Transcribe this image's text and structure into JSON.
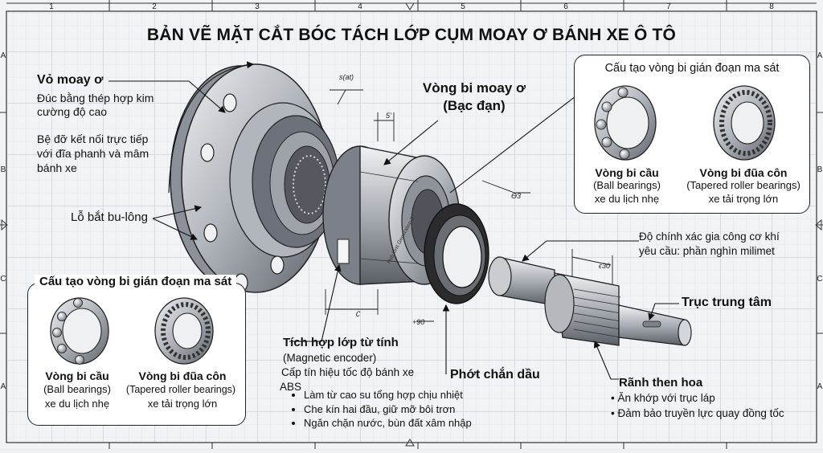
{
  "grid": {
    "columns": [
      "1",
      "2",
      "3",
      "4",
      "5",
      "6",
      "7",
      "8"
    ],
    "rows": [
      "A",
      "B",
      "C",
      "A"
    ]
  },
  "title": "BẢN VẼ MẶT CẮT BÓC TÁCH LỚP CỤM MOAY Ơ BÁNH XE Ô TÔ",
  "hub_housing": {
    "name": "Vỏ moay ơ",
    "desc_1": "Đúc bằng thép hợp kim",
    "desc_2": "cường độ cao",
    "desc_3": "Bệ đỡ kết nối trực tiếp",
    "desc_4": "với đĩa phanh và mâm",
    "desc_5": "bánh xe"
  },
  "bolt_holes": {
    "label": "Lỗ bắt bu-lông"
  },
  "hub_bearing": {
    "name_1": "Vòng bi moay ơ",
    "name_2": "(Bạc đạn)",
    "engraving": "Hub Unit Generation 3"
  },
  "inset_right": {
    "title": "Cấu tạo vòng bi gián đoạn ma sát",
    "ball": {
      "name": "Vòng bi cầu",
      "en": "(Ball bearings)",
      "use": "xe du lịch nhẹ"
    },
    "roller": {
      "name": "Vòng bi đũa côn",
      "en": "(Tapered roller bearings)",
      "use": "xe tải trọng lớn"
    }
  },
  "inset_left": {
    "title": "Cấu tạo vòng bi gián đoạn ma sát",
    "ball": {
      "name": "Vòng bi cầu",
      "en": "(Ball bearings)",
      "use": "xe du lịch nhẹ"
    },
    "roller": {
      "name": "Vòng bi đũa côn",
      "en": "(Tapered roller bearings)",
      "use": "xe tải trọng lớn"
    }
  },
  "precision": {
    "line_1": "Độ chính xác gia công cơ khí",
    "line_2": "yêu cầu: phần nghìn milimet"
  },
  "shaft": {
    "name": "Trục trung tâm"
  },
  "spline": {
    "name": "Rãnh then hoa",
    "bullet_1": "Ăn khớp với trục láp",
    "bullet_2": "Đảm bảo truyền lực quay đồng tốc"
  },
  "oil_seal": {
    "name": "Phớt chắn dầu"
  },
  "encoder": {
    "name": "Tích hợp lớp từ tính",
    "en": "(Magnetic encoder)",
    "desc": "Cấp tín hiệu tốc độ bánh xe",
    "abs": "ABS",
    "bullets": [
      "Làm từ cao su tổng hợp chịu nhiệt",
      "Che kín hai đầu, giữ mỡ bôi trơn",
      "Ngăn chặn nước, bùn đất xâm nhập"
    ]
  },
  "dims": {
    "d1": "s(at)",
    "d2": "5'",
    "d3": "ϴ3",
    "d4": "ϵ30",
    "d5": "+90",
    "d6": "∁"
  },
  "colors": {
    "grid": "#c9cfd8",
    "line": "#1a1a1a",
    "metal_dark": "#5b6068",
    "metal_mid": "#9aa0a8",
    "metal_light": "#d9dce0",
    "seal": "#2a2a2a"
  }
}
